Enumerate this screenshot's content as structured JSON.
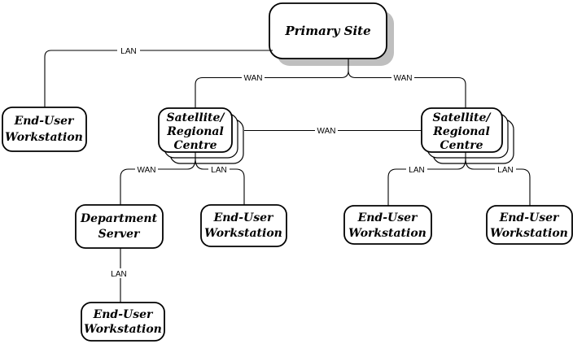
{
  "diagram": {
    "type": "network-topology",
    "colors": {
      "background": "#ffffff",
      "line": "#000000",
      "box_fill": "#ffffff",
      "box_border": "#000000",
      "shadow": "#bfbfbf"
    },
    "nodes": {
      "primary": {
        "lines": [
          "Primary Site"
        ]
      },
      "ws_top_left": {
        "lines": [
          "End-User",
          "Workstation"
        ]
      },
      "sat_left": {
        "lines": [
          "Satellite/",
          "Regional",
          "Centre"
        ]
      },
      "sat_right": {
        "lines": [
          "Satellite/",
          "Regional",
          "Centre"
        ]
      },
      "dept_server": {
        "lines": [
          "Department",
          "Server"
        ]
      },
      "ws_mid_left": {
        "lines": [
          "End-User",
          "Workstation"
        ]
      },
      "ws_bottom": {
        "lines": [
          "End-User",
          "Workstation"
        ]
      },
      "ws_mid_right": {
        "lines": [
          "End-User",
          "Workstation"
        ]
      },
      "ws_far_right": {
        "lines": [
          "End-User",
          "Workstation"
        ]
      }
    },
    "links": {
      "primary_ws_top_left": {
        "from": "Primary Site",
        "to": "End-User Workstation",
        "label": "LAN"
      },
      "primary_sat_left": {
        "from": "Primary Site",
        "to": "Satellite/Regional Centre (left)",
        "label": "WAN"
      },
      "primary_sat_right": {
        "from": "Primary Site",
        "to": "Satellite/Regional Centre (right)",
        "label": "WAN"
      },
      "sat_left_sat_right": {
        "from": "Satellite/Regional Centre (left)",
        "to": "Satellite/Regional Centre (right)",
        "label": "WAN"
      },
      "sat_left_dept": {
        "from": "Satellite/Regional Centre (left)",
        "to": "Department Server",
        "label": "WAN"
      },
      "sat_left_ws": {
        "from": "Satellite/Regional Centre (left)",
        "to": "End-User Workstation",
        "label": "LAN"
      },
      "dept_ws_bottom": {
        "from": "Department Server",
        "to": "End-User Workstation",
        "label": "LAN"
      },
      "sat_right_ws_left": {
        "from": "Satellite/Regional Centre (right)",
        "to": "End-User Workstation",
        "label": "LAN"
      },
      "sat_right_ws_right": {
        "from": "Satellite/Regional Centre (right)",
        "to": "End-User Workstation",
        "label": "LAN"
      }
    }
  }
}
